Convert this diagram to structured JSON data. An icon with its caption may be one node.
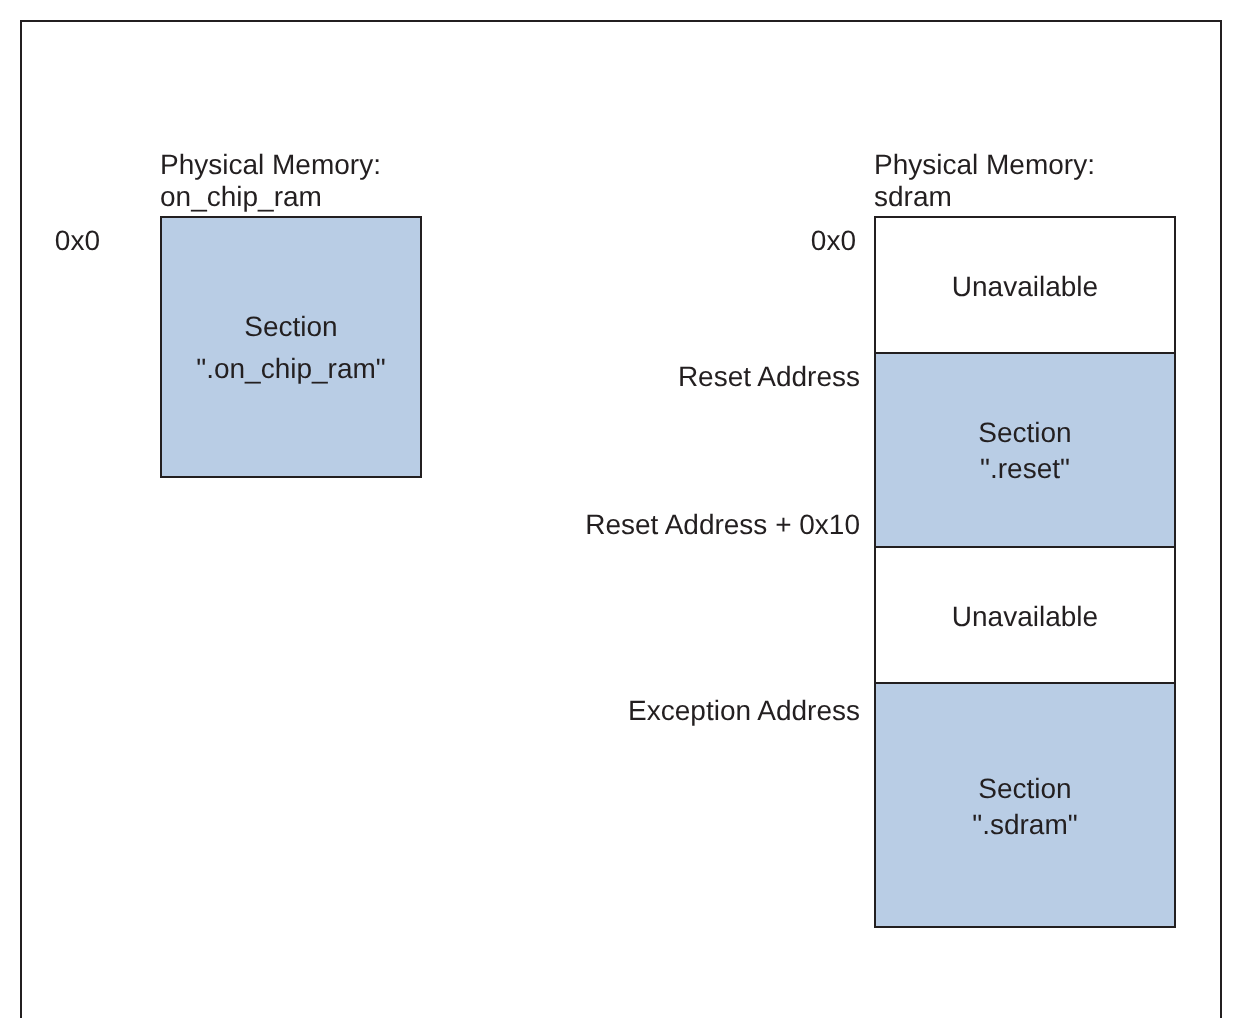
{
  "diagram": {
    "nodes": [
      {
        "text": [
          "Physical Memory: on_chip_ram",
          "Section \".on_chip_ram\""
        ]
      },
      {
        "text": [
          "Physical Memory: sdram"
        ]
      },
      {
        "text": [
          "Unavailable"
        ],
        "in": 1
      },
      {
        "text": [
          "Section \".reset\""
        ],
        "in": 1
      },
      {
        "text": [
          "Unavailable"
        ],
        "in": 1
      },
      {
        "text": [
          "Section \".sdram\""
        ],
        "in": 1
      }
    ],
    "labels": [
      "0x0",
      "0x0",
      "Reset Address",
      "Reset Address + 0x10",
      "Exception Address"
    ]
  }
}
